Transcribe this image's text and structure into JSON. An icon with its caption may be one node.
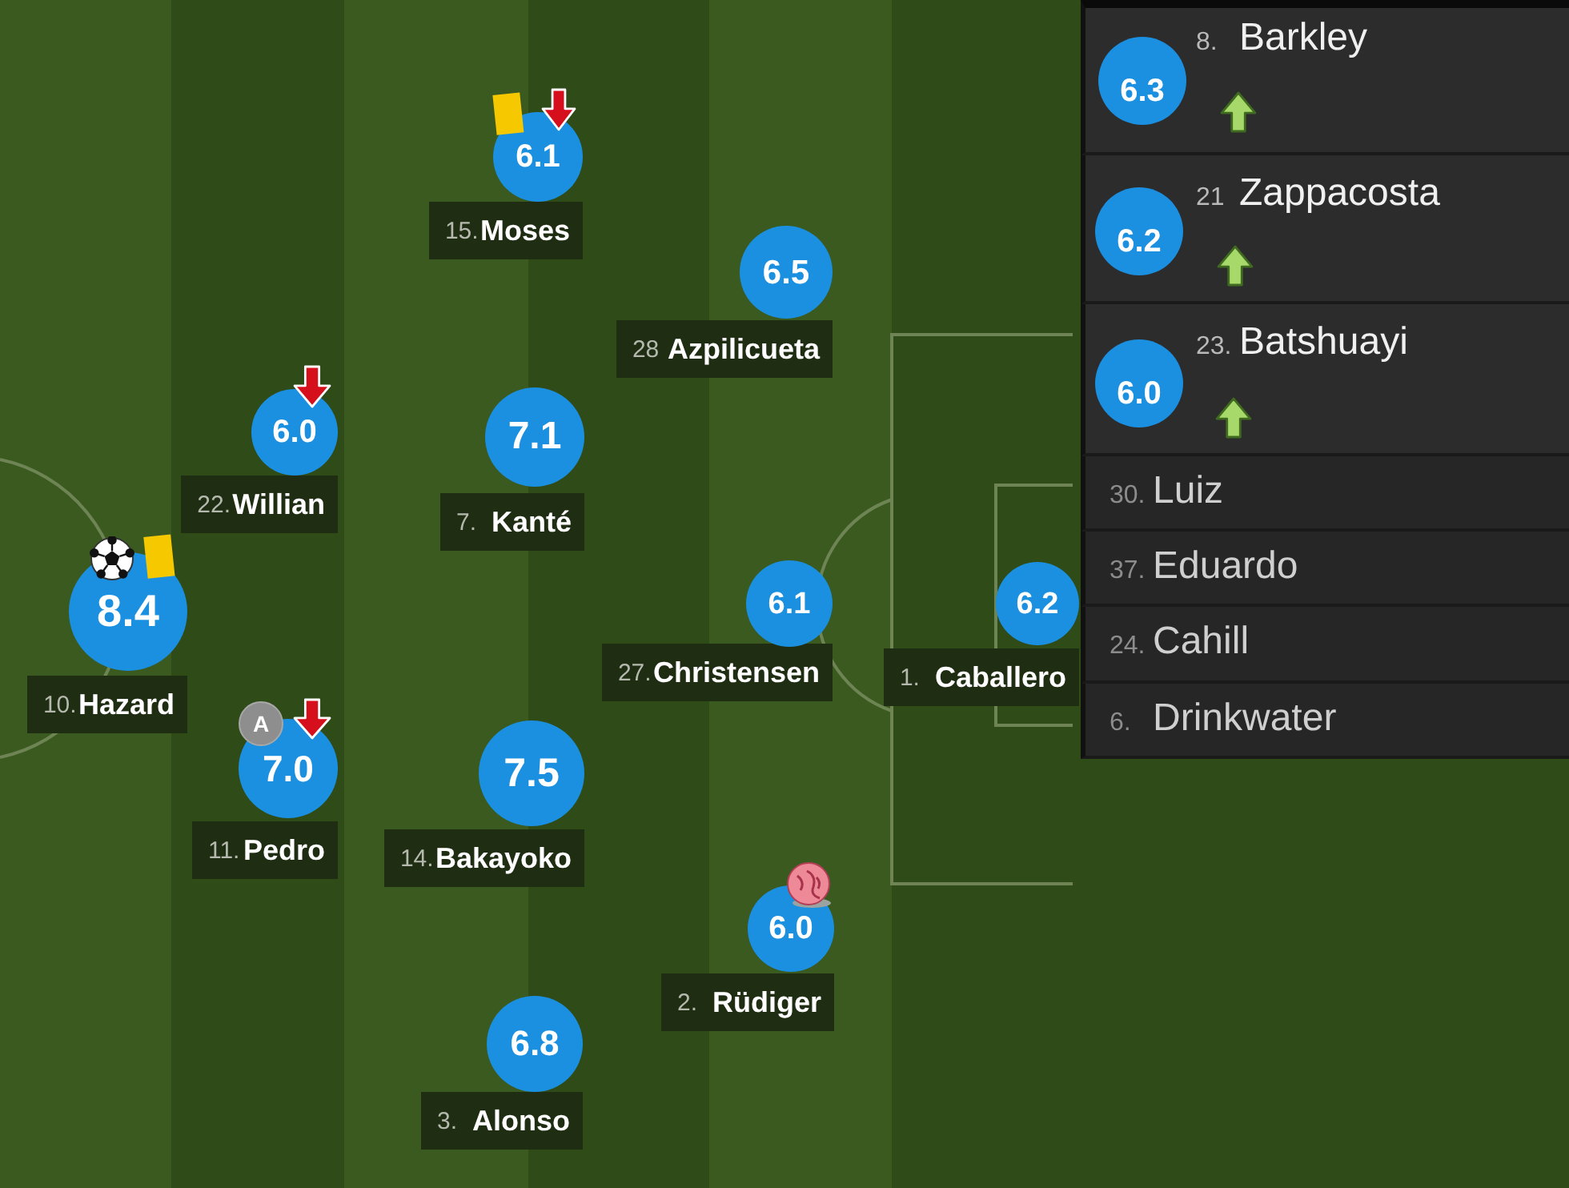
{
  "diagram": {
    "nodes": [
      {
        "text": [
          "6.1"
        ],
        "beside": [
          "15.",
          "Moses"
        ]
      },
      {
        "text": [
          "6.5"
        ],
        "beside": [
          "28",
          "Azpilicueta"
        ]
      },
      {
        "text": [
          "6.0"
        ],
        "beside": [
          "22.",
          "Willian"
        ]
      },
      {
        "text": [
          "7.1"
        ],
        "beside": [
          "7.",
          "Kanté"
        ]
      },
      {
        "text": [
          "8.4"
        ],
        "beside": [
          "10.",
          "Hazard"
        ]
      },
      {
        "text": [
          "6.1"
        ],
        "beside": [
          "27.",
          "Christensen"
        ]
      },
      {
        "text": [
          "6.2"
        ],
        "beside": [
          "1.",
          "Caballero"
        ]
      },
      {
        "text": [
          "A"
        ]
      },
      {
        "text": [
          "7.0"
        ],
        "beside": [
          "11.",
          "Pedro"
        ]
      },
      {
        "text": [
          "7.5"
        ],
        "beside": [
          "14.",
          "Bakayoko"
        ]
      },
      {
        "text": [
          "6.0"
        ],
        "beside": [
          "2.",
          "Rüdiger"
        ]
      },
      {
        "text": [
          "6.8"
        ],
        "beside": [
          "3.",
          "Alonso"
        ]
      },
      {
        "text": [
          "8.",
          "Barkley"
        ]
      },
      {
        "text": [
          "6.3"
        ],
        "in": 12
      },
      {
        "text": [
          "21",
          "Zappacosta"
        ]
      },
      {
        "text": [
          "6.2"
        ],
        "in": 14
      },
      {
        "text": [
          "23.",
          "Batshuayi"
        ]
      },
      {
        "text": [
          "6.0"
        ],
        "in": 16
      },
      {
        "text": [
          "30.",
          "Luiz"
        ]
      },
      {
        "text": [
          "37.",
          "Eduardo"
        ]
      },
      {
        "text": [
          "24.",
          "Cahill"
        ]
      },
      {
        "text": [
          "6.",
          "Drinkwater"
        ]
      }
    ]
  }
}
